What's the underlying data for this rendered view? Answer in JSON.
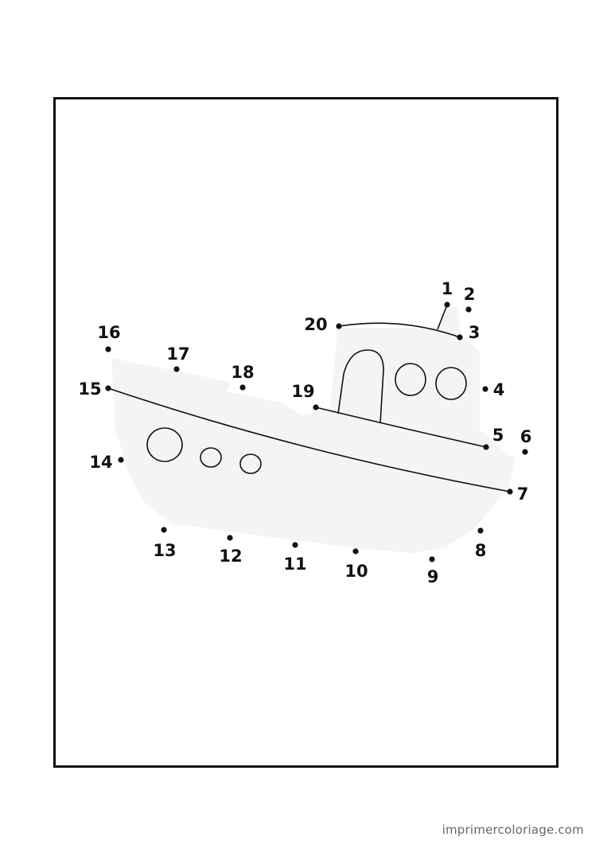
{
  "colors": {
    "ink": "#111111",
    "boat_fill": "#f4f4f4",
    "watermark": "#666666"
  },
  "dots": [
    {
      "label": "1"
    },
    {
      "label": "2"
    },
    {
      "label": "3"
    },
    {
      "label": "4"
    },
    {
      "label": "5"
    },
    {
      "label": "6"
    },
    {
      "label": "7"
    },
    {
      "label": "8"
    },
    {
      "label": "9"
    },
    {
      "label": "10"
    },
    {
      "label": "11"
    },
    {
      "label": "12"
    },
    {
      "label": "13"
    },
    {
      "label": "14"
    },
    {
      "label": "15"
    },
    {
      "label": "16"
    },
    {
      "label": "17"
    },
    {
      "label": "18"
    },
    {
      "label": "19"
    },
    {
      "label": "20"
    }
  ],
  "footer": {
    "watermark": "imprimercoloriage.com"
  }
}
